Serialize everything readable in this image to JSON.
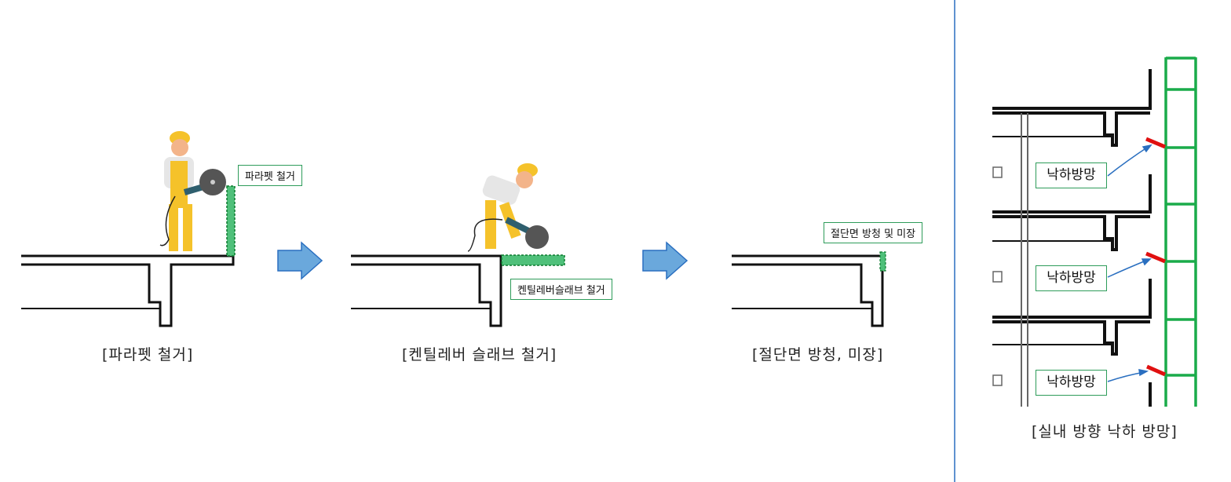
{
  "steps": [
    {
      "caption": "[파라펫 철거]",
      "callout": "파라펫 철거"
    },
    {
      "caption": "[켄틸레버 슬래브 철거]",
      "callout": "켄틸레버슬래브 철거"
    },
    {
      "caption": "[절단면 방청, 미장]",
      "callout": "절단면 방청 및 미장"
    }
  ],
  "net_panel": {
    "caption": "[실내 방향 낙하 방망]",
    "labels": [
      "낙하방망",
      "낙하방망",
      "낙하방망"
    ]
  },
  "colors": {
    "arrow": "#6aa8dc",
    "highlight": "#4fc07a",
    "ladder": "#1aab4a",
    "net": "#e01010",
    "divider": "#2a6fc0"
  }
}
